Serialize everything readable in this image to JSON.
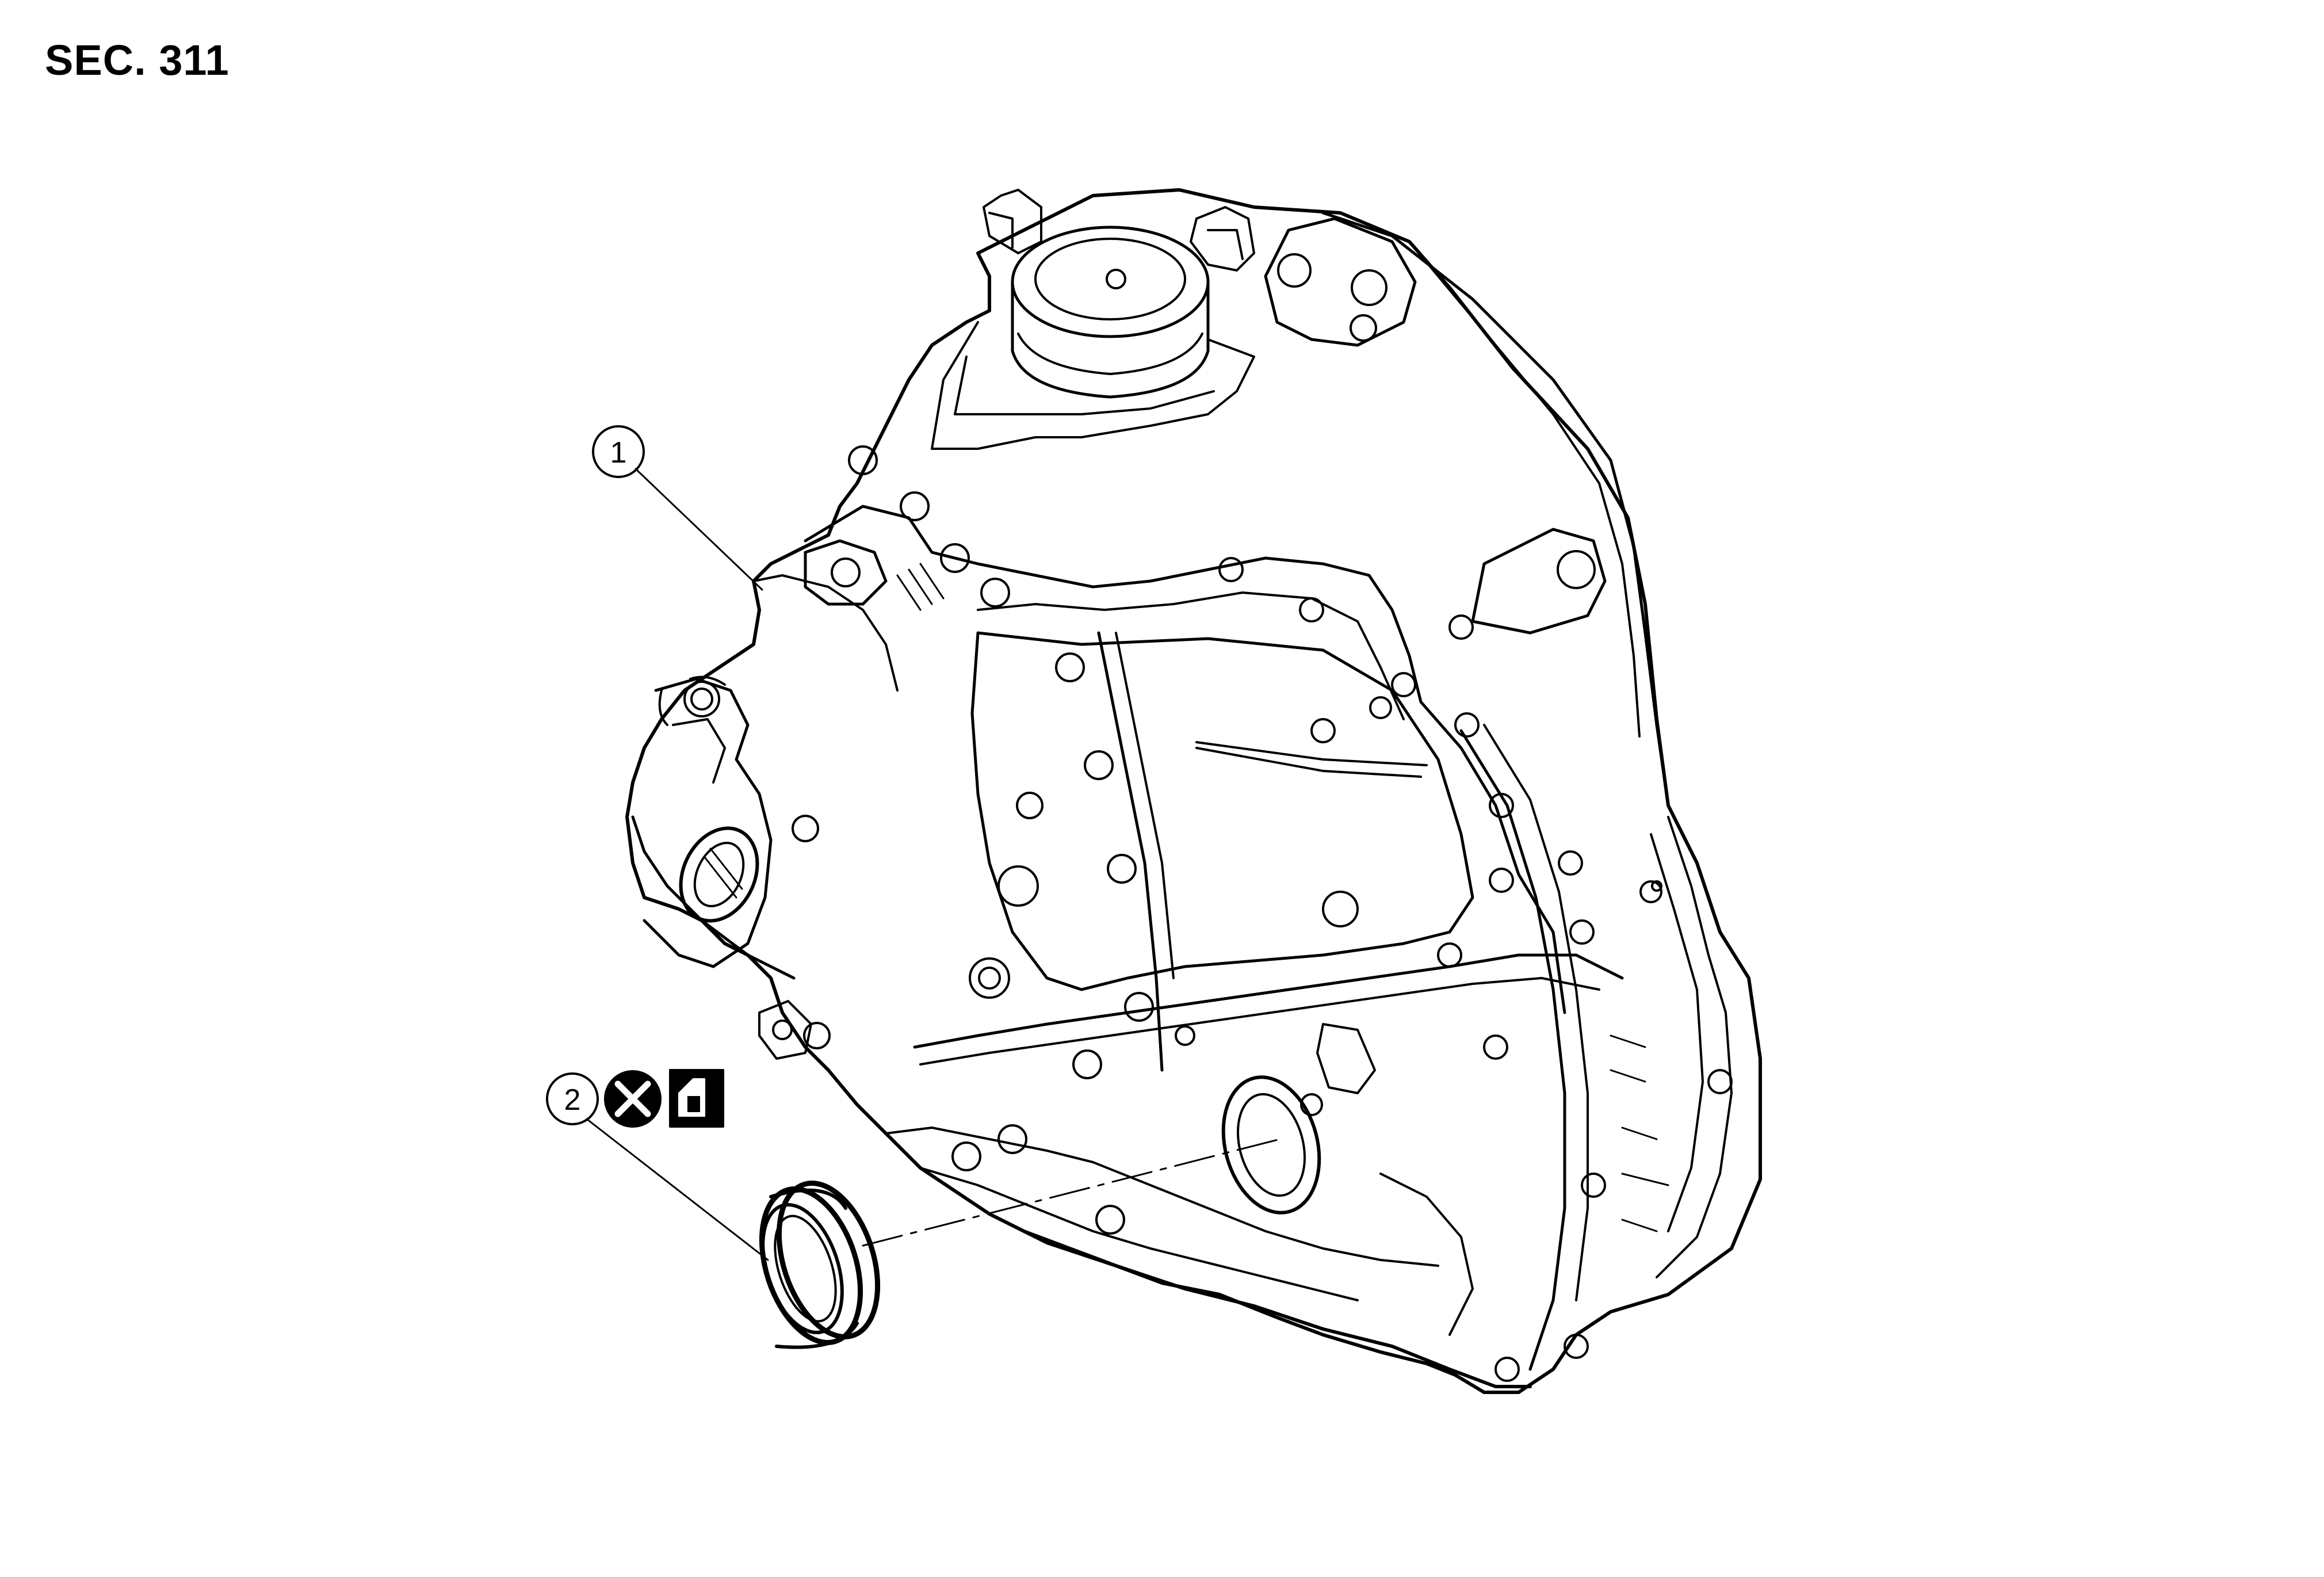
{
  "section": "SEC. 311",
  "callouts": [
    {
      "number": "1",
      "part": "transaxle-assembly"
    },
    {
      "number": "2",
      "part": "oil-seal"
    }
  ],
  "symbols": {
    "do_not_reuse": "do-not-reuse-icon",
    "apply_fluid": "apply-fluid-icon"
  },
  "colors": {
    "line": "#000000",
    "background": "#ffffff"
  }
}
